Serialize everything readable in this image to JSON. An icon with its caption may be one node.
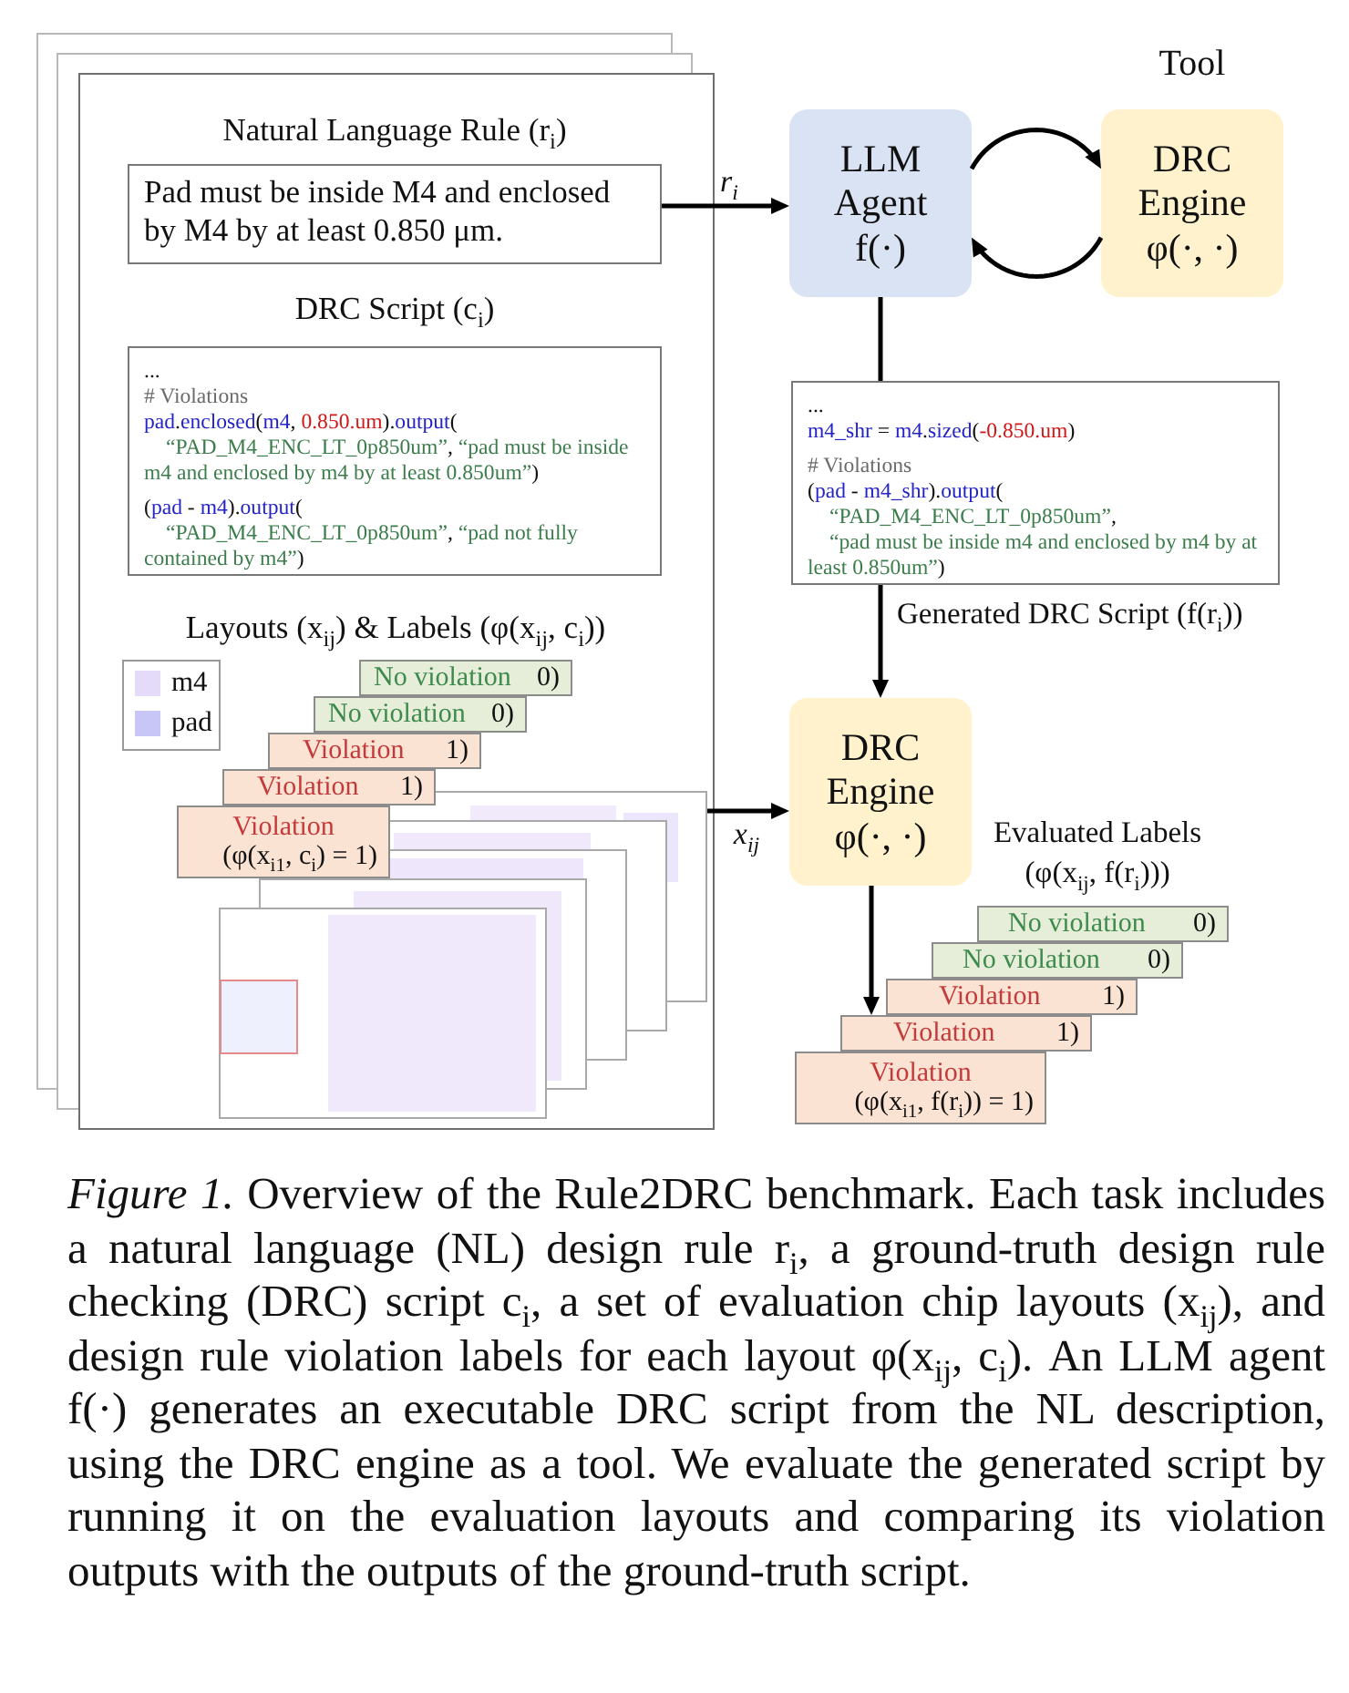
{
  "diagram": {
    "caption": "*Figure 1.* Overview of the Rule2DRC benchmark. Each task includes a natural language (NL) design rule r$_{i}$, a ground-truth design rule checking (DRC) script c$_{i}$, a set of evaluation chip layouts (x$_{ij}$), and design rule violation labels for each layout φ(x$_{ij}$, c$_{i}$). An LLM agent f(·) generates an executable DRC script from the NL description, using the DRC engine as a tool. We evaluate the generated script by running it on the evaluation layouts and comparing its violation outputs with the outputs of the ground-truth script.",
    "nodes": [
      {
        "text": [],
        "shape": "box"
      },
      {
        "text": [
          "Natural Language Rule (r$_{i}$)",
          "Pad must be inside M4 and enclosed by M4 by at least 0.850 μm."
        ],
        "in": 0
      },
      {
        "text": [
          "DRC Script (c$_{i}$)",
          "...",
          "# Violations",
          "pad.enclosed(m4, 0.850.um).output(",
          "“PAD_M4_ENC_LT_0p850um”, “pad must be inside m4 and enclosed by m4 by at least 0.850um”)",
          "(pad - m4).output(",
          "“PAD_M4_ENC_LT_0p850um”, “pad not fully contained by m4”)"
        ],
        "in": 0
      },
      {
        "text": [],
        "shape": "picture",
        "in": 0
      },
      {
        "text": [
          "No violation",
          "0)"
        ],
        "in": 0
      },
      {
        "text": [
          "No violation",
          "0)"
        ],
        "in": 0
      },
      {
        "text": [
          "Violation",
          "1)"
        ],
        "in": 0
      },
      {
        "text": [
          "Violation",
          "1)"
        ],
        "in": 0
      },
      {
        "text": [
          "Violation",
          "(φ(x$_{i1}$, c$_{i}$) = 1)"
        ],
        "in": 0
      },
      {
        "text": [
          "LLM Agent",
          "f(·)"
        ]
      },
      {
        "text": [
          "Tool",
          "DRC Engine",
          "φ(·, ·)"
        ]
      },
      {
        "text": [
          "...",
          "m4_shr = m4.sized(-0.850.um)",
          "# Violations",
          "(pad - m4_shr).output(",
          "“PAD_M4_ENC_LT_0p850um”,",
          "“pad must be inside m4 and enclosed by m4 by at least 0.850um”)"
        ],
        "beside": [
          "Generated DRC Script (f(r$_{i}$))"
        ]
      },
      {
        "text": [
          "DRC Engine",
          "φ(·, ·)"
        ]
      },
      {
        "text": [
          "No violation",
          "0)"
        ]
      },
      {
        "text": [
          "No violation",
          "0)"
        ]
      },
      {
        "text": [
          "Violation",
          "1)"
        ]
      },
      {
        "text": [
          "Violation",
          "1)"
        ]
      },
      {
        "text": [
          "Violation",
          "(φ(x$_{i1}$, f(r$_{i}$)) = 1)"
        ]
      }
    ],
    "edges": [
      {
        "from": 1,
        "to": 9,
        "arrow": "to",
        "label": "r$_{i}$"
      },
      {
        "from": 9,
        "to": 10,
        "arrow": "to"
      },
      {
        "from": 10,
        "to": 9,
        "arrow": "to"
      },
      {
        "from": 9,
        "to": 11,
        "arrow": "none"
      },
      {
        "from": 11,
        "to": 12,
        "arrow": "to"
      },
      {
        "from": 3,
        "to": 12,
        "arrow": "to",
        "label": "x$_{ij}$"
      },
      {
        "from": 12,
        "to": 16,
        "arrow": "to"
      }
    ],
    "labels": [
      "Layouts (x$_{ij}$) & Labels (φ(x$_{ij}$, c$_{i}$))",
      "Evaluated Labels (φ(x$_{ij}$, f(r$_{i}$)))"
    ],
    "legend": [
      {
        "text": "m4",
        "color": "#e3dbf7"
      },
      {
        "text": "pad",
        "color": "#c8c6f6"
      }
    ]
  }
}
